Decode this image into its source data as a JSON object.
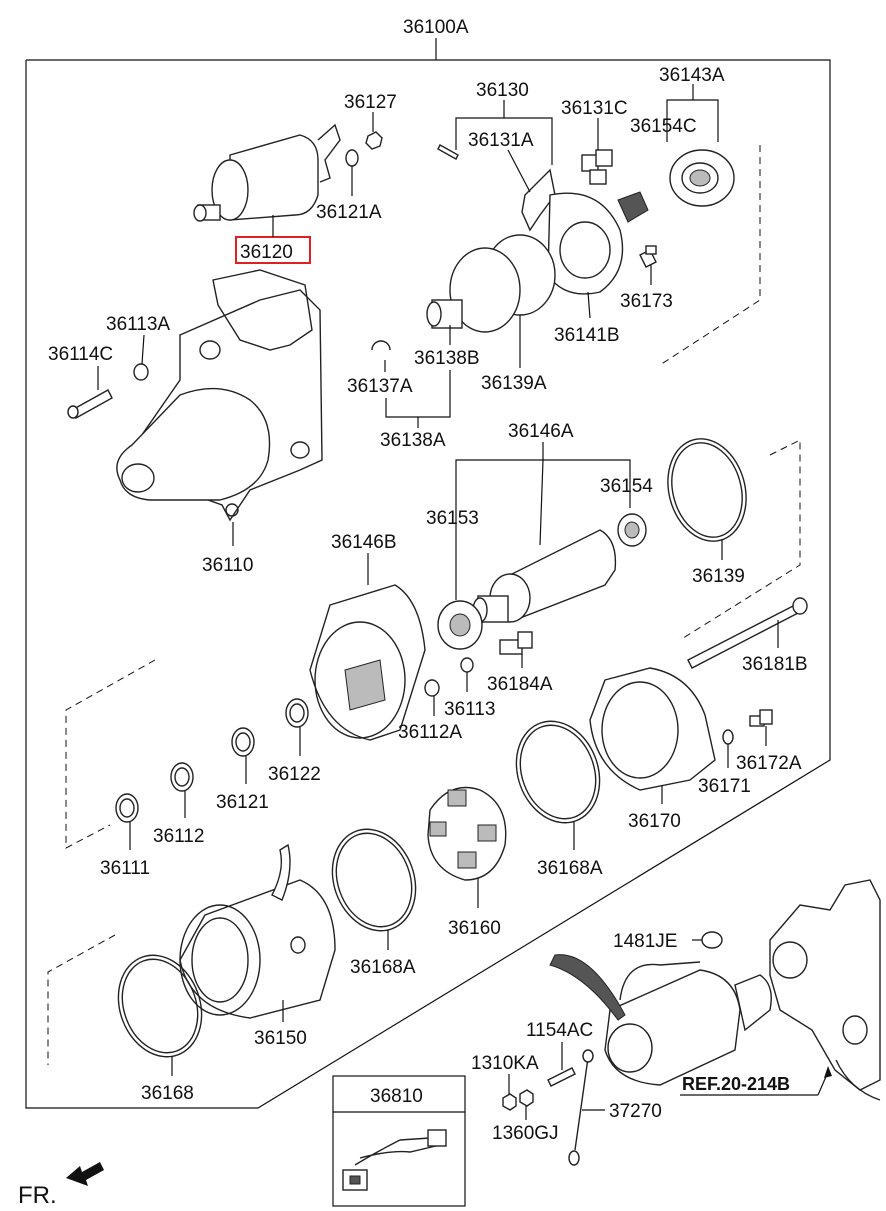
{
  "diagram": {
    "assembly_label": "36100A",
    "highlight_color": "#e02020",
    "highlighted_part": "36120",
    "direction_label": "FR.",
    "reference_label": "REF.20-214B",
    "inset_label": "36810",
    "labels": {
      "p36127": "36127",
      "p36121A": "36121A",
      "p36120": "36120",
      "p36130": "36130",
      "p36131A": "36131A",
      "p36131C": "36131C",
      "p36143A": "36143A",
      "p36154C": "36154C",
      "p36173": "36173",
      "p36141B": "36141B",
      "p36113A": "36113A",
      "p36114C": "36114C",
      "p36138B": "36138B",
      "p36139A": "36139A",
      "p36137A": "36137A",
      "p36138A": "36138A",
      "p36110": "36110",
      "p36146A": "36146A",
      "p36154": "36154",
      "p36153": "36153",
      "p36139": "36139",
      "p36146B": "36146B",
      "p36181B": "36181B",
      "p36184A": "36184A",
      "p36113": "36113",
      "p36112A": "36112A",
      "p36122": "36122",
      "p36121": "36121",
      "p36112": "36112",
      "p36111": "36111",
      "p36172A": "36172A",
      "p36171": "36171",
      "p36170": "36170",
      "p36168A_a": "36168A",
      "p36160": "36160",
      "p36168A_b": "36168A",
      "p36150": "36150",
      "p36168": "36168",
      "p1481JE": "1481JE",
      "p1154AC": "1154AC",
      "p1310KA": "1310KA",
      "p1360GJ": "1360GJ",
      "p37270": "37270"
    }
  }
}
